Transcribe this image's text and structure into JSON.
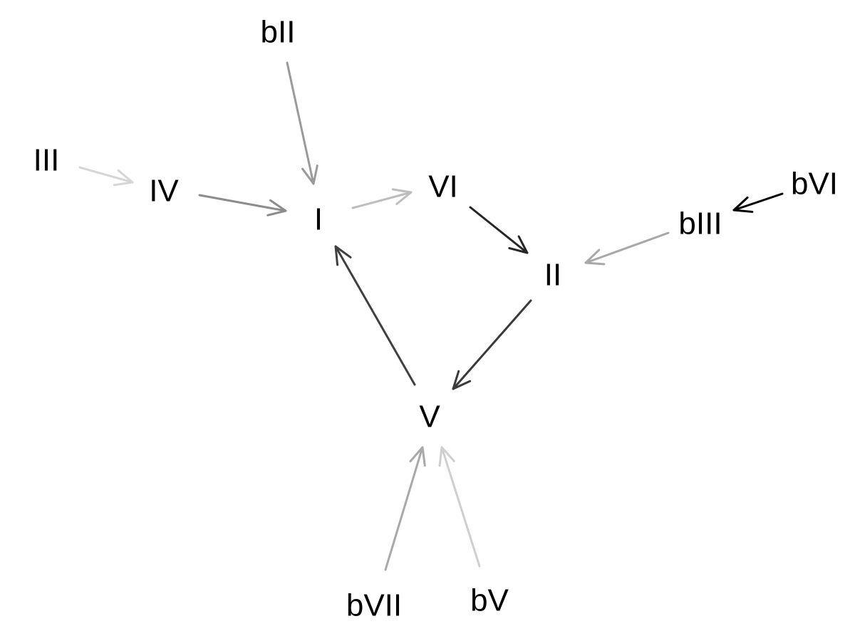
{
  "diagram": {
    "nodes": [
      {
        "id": "bII",
        "label": "bII"
      },
      {
        "id": "III",
        "label": "III"
      },
      {
        "id": "IV",
        "label": "IV"
      },
      {
        "id": "I",
        "label": "I"
      },
      {
        "id": "VI",
        "label": "VI"
      },
      {
        "id": "II",
        "label": "II"
      },
      {
        "id": "bIII",
        "label": "bIII"
      },
      {
        "id": "bVI",
        "label": "bVI"
      },
      {
        "id": "V",
        "label": "V"
      },
      {
        "id": "bVII",
        "label": "bVII"
      },
      {
        "id": "bV",
        "label": "bV"
      }
    ],
    "edges": [
      {
        "from": "bII",
        "to": "I",
        "color": "#9a9a9a"
      },
      {
        "from": "III",
        "to": "IV",
        "color": "#d6d6d6"
      },
      {
        "from": "IV",
        "to": "I",
        "color": "#8c8c8c"
      },
      {
        "from": "I",
        "to": "VI",
        "color": "#bdbdbd"
      },
      {
        "from": "VI",
        "to": "II",
        "color": "#262626"
      },
      {
        "from": "bIII",
        "to": "II",
        "color": "#a8a8a8"
      },
      {
        "from": "bVI",
        "to": "bIII",
        "color": "#000000"
      },
      {
        "from": "II",
        "to": "V",
        "color": "#3a3a3a"
      },
      {
        "from": "V",
        "to": "I",
        "color": "#404040"
      },
      {
        "from": "bVII",
        "to": "V",
        "color": "#a9a9a9"
      },
      {
        "from": "bV",
        "to": "V",
        "color": "#cfcfcf"
      }
    ]
  }
}
